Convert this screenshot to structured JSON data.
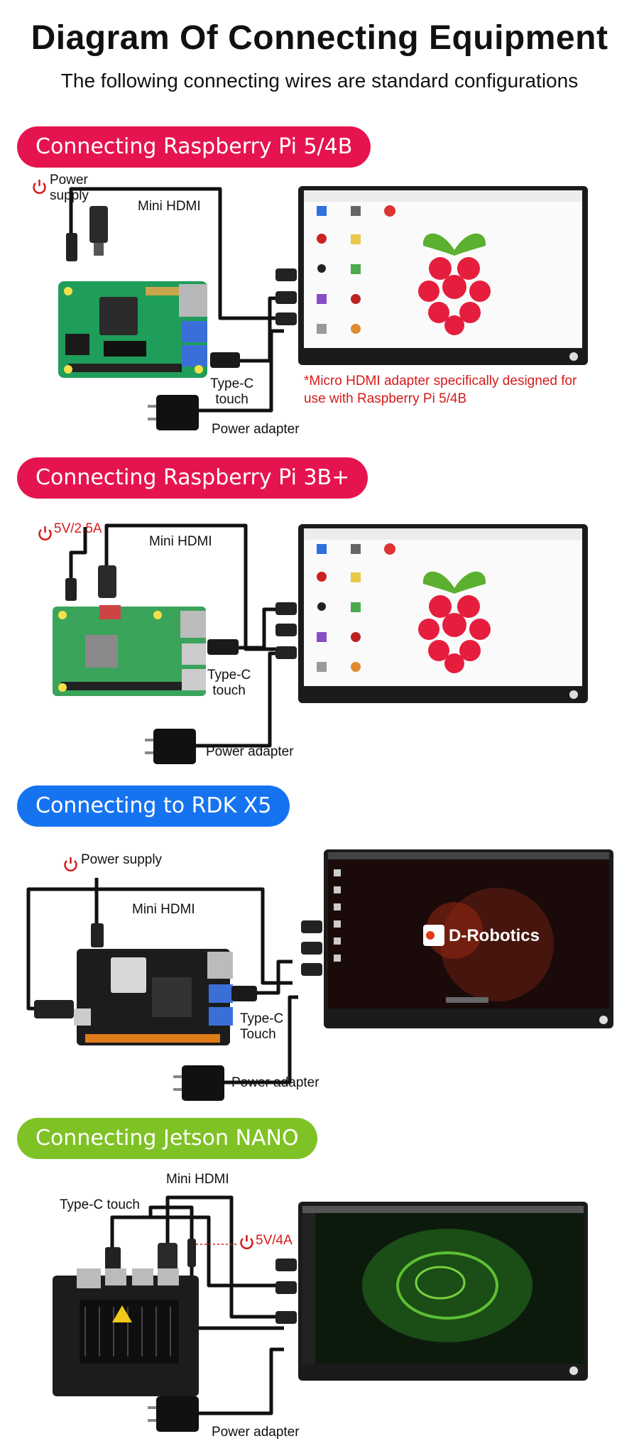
{
  "header": {
    "title": "Diagram Of Connecting Equipment",
    "subtitle": "The following connecting wires are standard configurations"
  },
  "colors": {
    "pi_pill": "#e5144f",
    "rdk_pill": "#1673f0",
    "jetson_pill": "#7fc225",
    "warning_red": "#d61a1a"
  },
  "sections": [
    {
      "title": "Connecting Raspberry Pi 5/4B",
      "labels": {
        "power": "Power\nsupply",
        "hdmi": "Mini HDMI",
        "typec": "Type-C\ntouch",
        "adapter": "Power adapter"
      },
      "note": "*Micro HDMI adapter specifically designed for use with Raspberry Pi 5/4B"
    },
    {
      "title": "Connecting Raspberry Pi 3B+",
      "labels": {
        "power": "5V/2.5A",
        "hdmi": "Mini HDMI",
        "typec": "Type-C\ntouch",
        "adapter": "Power adapter"
      }
    },
    {
      "title": "Connecting to RDK X5",
      "labels": {
        "power": "Power supply",
        "hdmi": "Mini HDMI",
        "typec": "Type-C\nTouch",
        "adapter": "Power adapter"
      },
      "screen_logo": "D-Robotics"
    },
    {
      "title": "Connecting Jetson NANO",
      "labels": {
        "power": "5V/4A",
        "hdmi": "Mini HDMI",
        "typec": "Type-C touch",
        "adapter": "Power adapter"
      }
    }
  ]
}
